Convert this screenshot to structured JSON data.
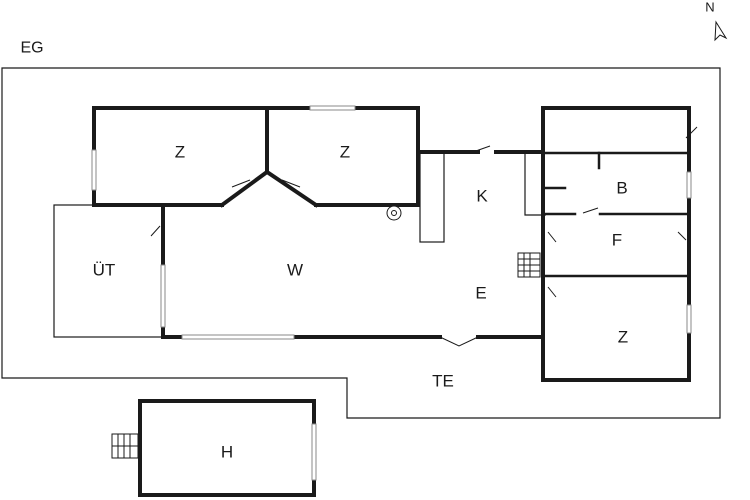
{
  "plan": {
    "floor_label": "EG",
    "compass_label": "N",
    "rooms": {
      "z1": "Z",
      "z2": "Z",
      "k": "K",
      "b": "B",
      "f": "F",
      "ut": "ÜT",
      "w": "W",
      "e": "E",
      "z3": "Z",
      "te": "TE",
      "h": "H"
    }
  }
}
